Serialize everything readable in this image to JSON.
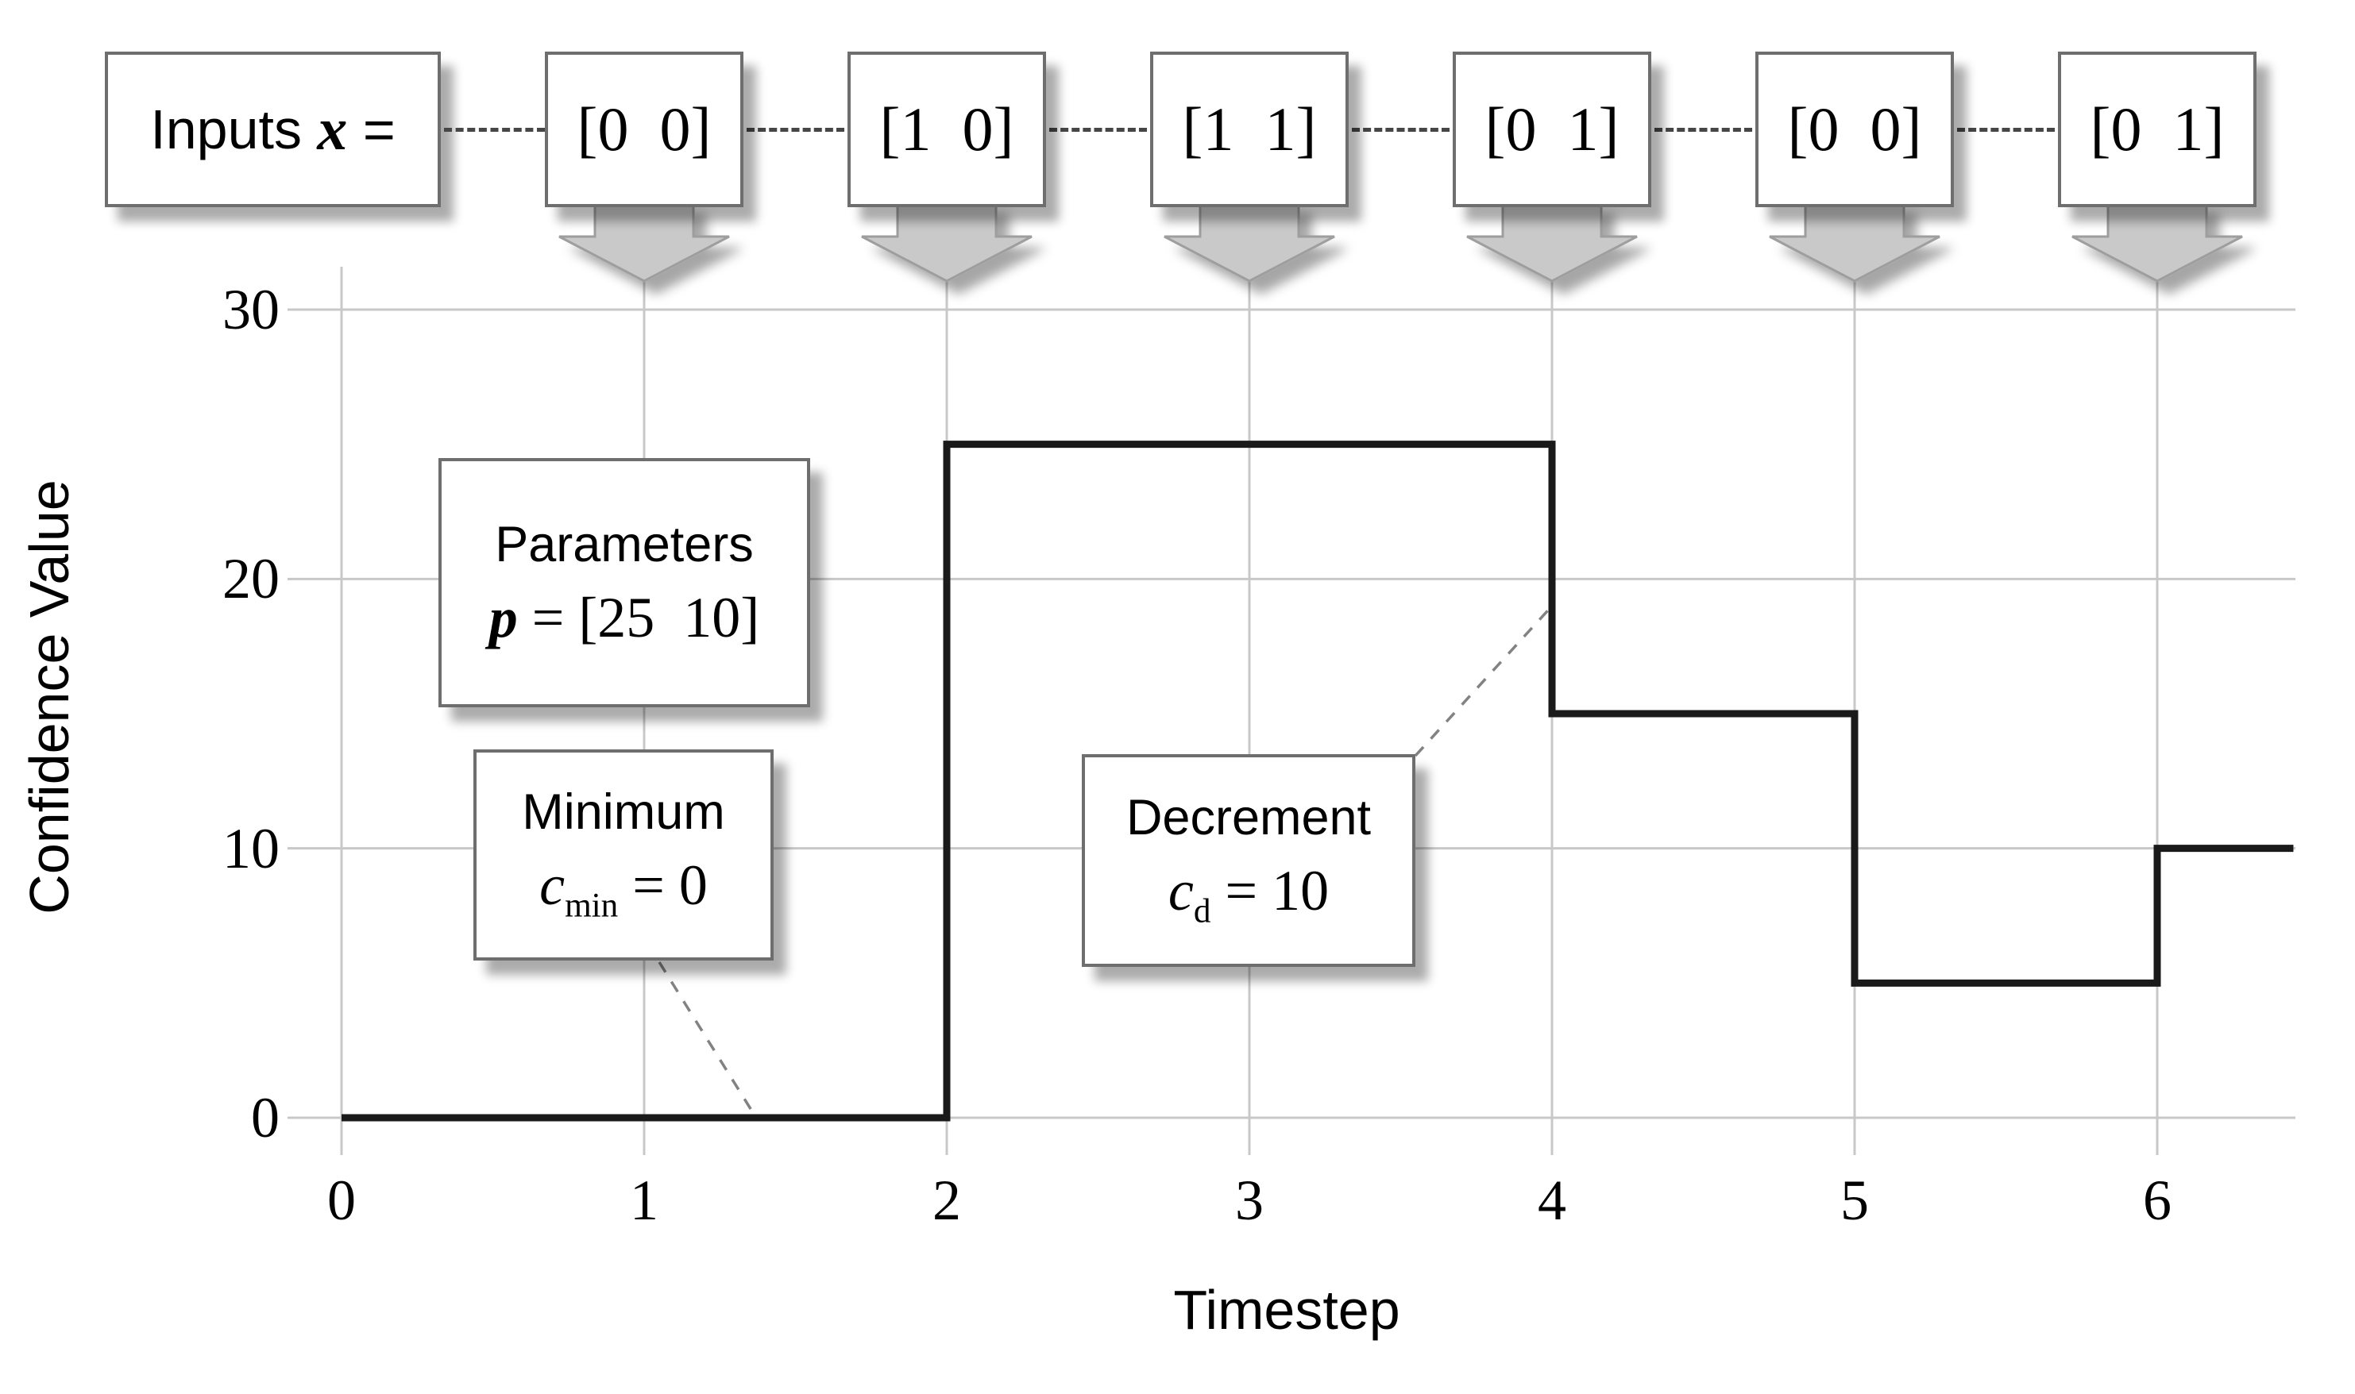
{
  "inputs_row": {
    "label": {
      "prefix": "Inputs ",
      "var": "x",
      "rest": " ="
    }
  },
  "chart_data": {
    "type": "line",
    "subtype": "step-post",
    "title": "",
    "xlabel": "Timestep",
    "ylabel": "Confidence Value",
    "x_ticks": [
      0,
      1,
      2,
      3,
      4,
      5,
      6
    ],
    "y_ticks": [
      0,
      10,
      20,
      30
    ],
    "xlim": [
      0,
      6.45
    ],
    "ylim": [
      0,
      31
    ],
    "grid": true,
    "timesteps": [
      0,
      1,
      2,
      3,
      4,
      5,
      6
    ],
    "confidence_values": [
      0,
      0,
      25,
      25,
      15,
      5,
      10
    ],
    "step_points": [
      [
        0,
        0
      ],
      [
        2,
        0
      ],
      [
        2,
        25
      ],
      [
        4,
        25
      ],
      [
        4,
        15
      ],
      [
        5,
        15
      ],
      [
        5,
        5
      ],
      [
        6,
        5
      ],
      [
        6,
        10
      ],
      [
        6.45,
        10
      ]
    ],
    "inputs_x": [
      {
        "timestep": 1,
        "value": "[0  0]"
      },
      {
        "timestep": 2,
        "value": "[1  0]"
      },
      {
        "timestep": 3,
        "value": "[1  1]"
      },
      {
        "timestep": 4,
        "value": "[0  1]"
      },
      {
        "timestep": 5,
        "value": "[0  0]"
      },
      {
        "timestep": 6,
        "value": "[0  1]"
      }
    ],
    "annotations": [
      {
        "id": "parameters",
        "title": "Parameters",
        "var": "p",
        "sub": "",
        "rest": " = [25  10]"
      },
      {
        "id": "minimum",
        "title": "Minimum",
        "var": "c",
        "sub": "min",
        "rest": " = 0",
        "points_to": {
          "x": 1.37,
          "y": 0
        }
      },
      {
        "id": "decrement",
        "title": "Decrement",
        "var": "c",
        "sub": "d",
        "rest": " = 10",
        "points_to": {
          "x": 4,
          "y": 19
        }
      }
    ]
  }
}
